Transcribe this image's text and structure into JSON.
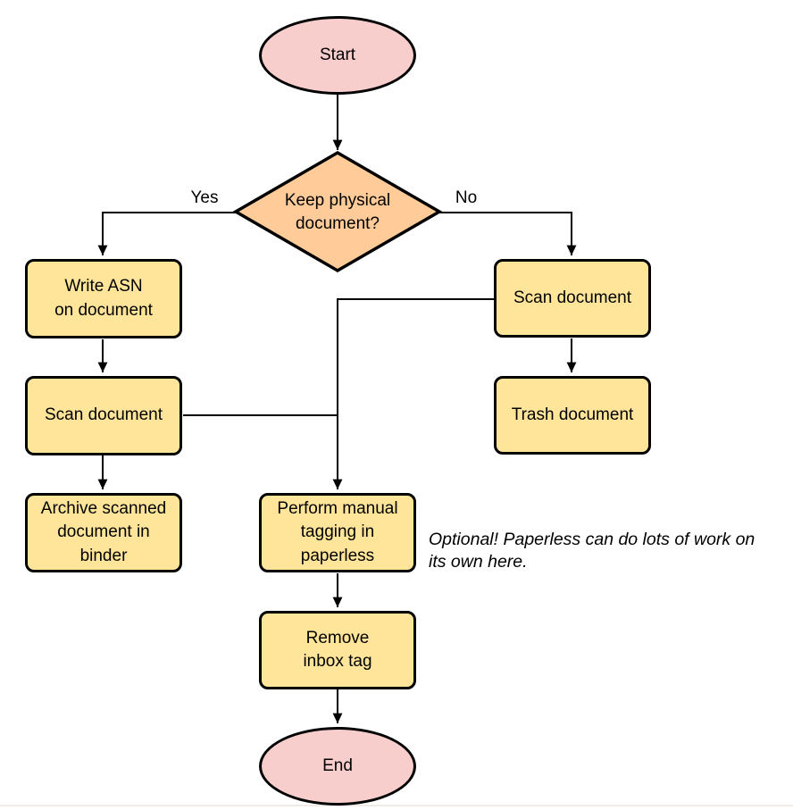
{
  "diagram": {
    "type": "flowchart",
    "background": "#ffffff",
    "colors": {
      "terminal_fill": "#F8CECC",
      "decision_fill": "#FFCC99",
      "process_fill": "#FFE599",
      "stroke": "#000000"
    },
    "nodes": {
      "start": {
        "label": "Start",
        "shape": "ellipse"
      },
      "decision": {
        "label": "Keep physical\ndocument?",
        "shape": "diamond"
      },
      "write_asn": {
        "label": "Write ASN\non document",
        "shape": "rect"
      },
      "scan_left": {
        "label": "Scan document",
        "shape": "rect"
      },
      "archive": {
        "label": "Archive scanned\ndocument in\nbinder",
        "shape": "rect"
      },
      "scan_right": {
        "label": "Scan document",
        "shape": "rect"
      },
      "trash": {
        "label": "Trash document",
        "shape": "rect"
      },
      "perform_tagging": {
        "label": "Perform manual\ntagging in\npaperless",
        "shape": "rect"
      },
      "remove_inbox": {
        "label": "Remove\ninbox tag",
        "shape": "rect"
      },
      "end": {
        "label": "End",
        "shape": "ellipse"
      }
    },
    "edge_labels": {
      "yes": "Yes",
      "no": "No"
    },
    "annotation": "Optional! Paperless can do lots of work on\nits own here."
  }
}
